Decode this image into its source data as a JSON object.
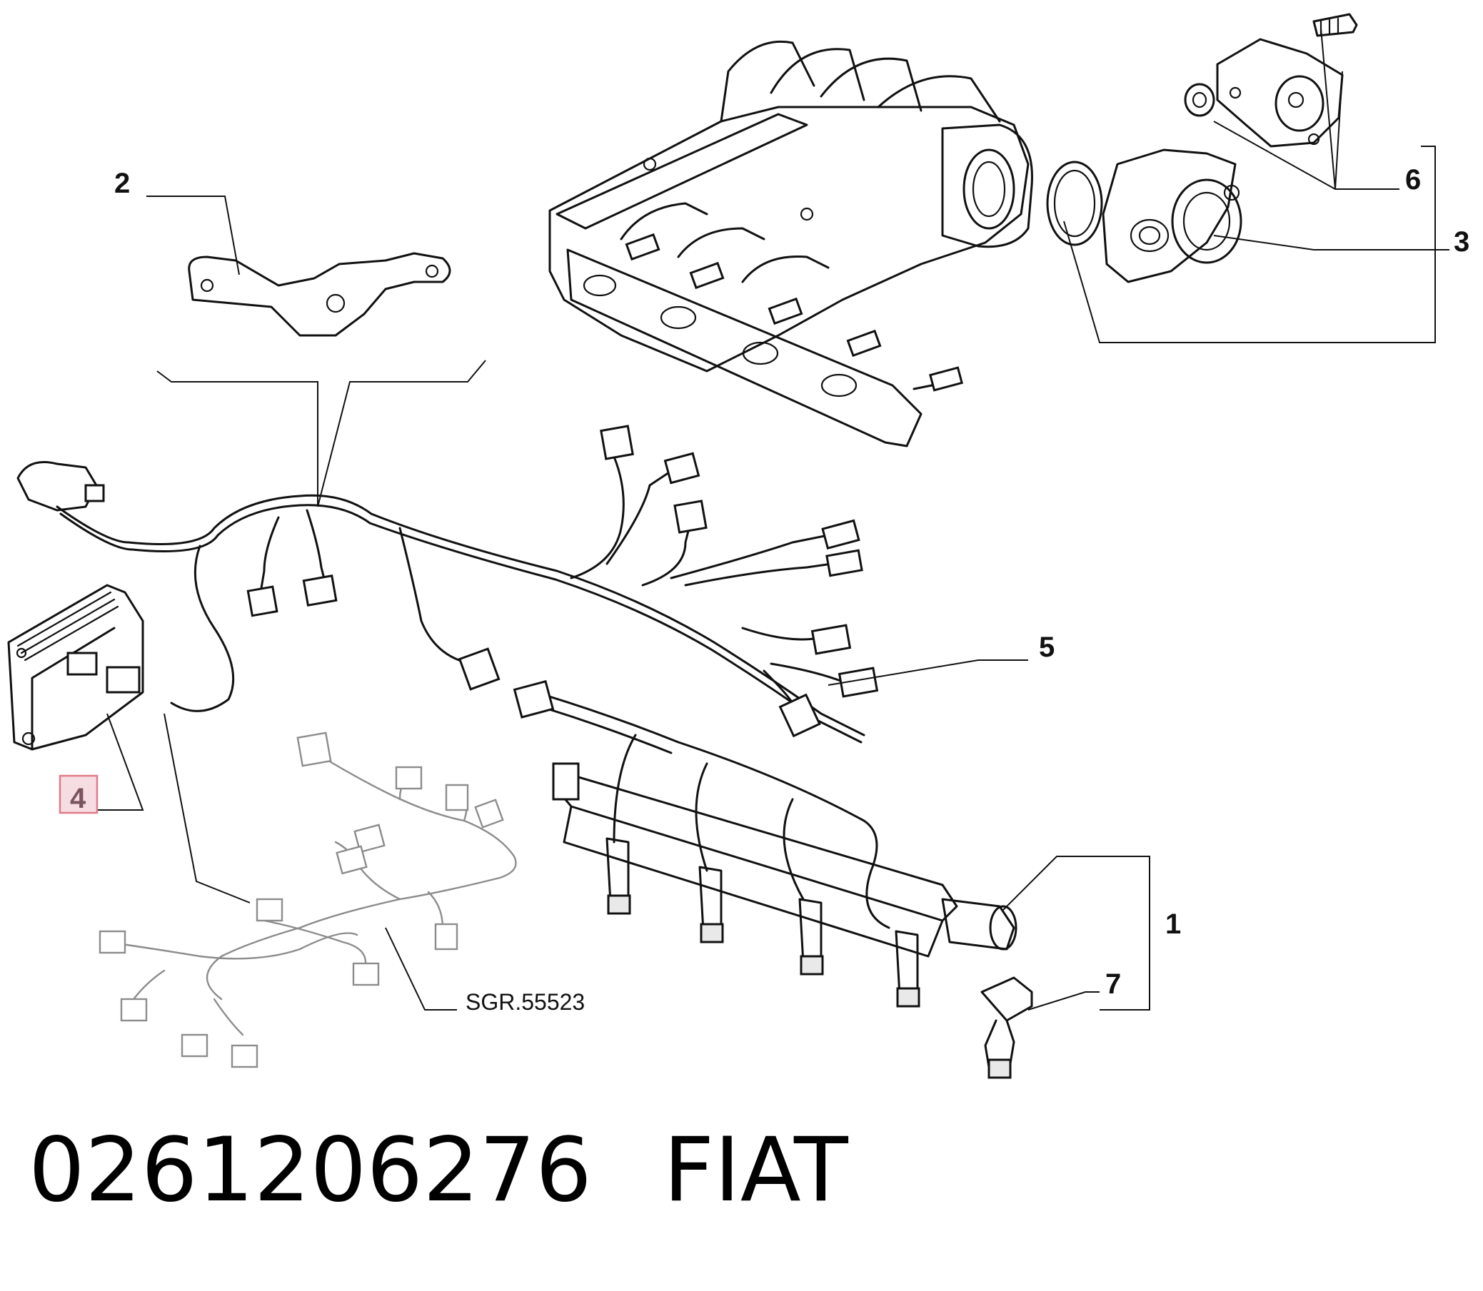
{
  "callouts": {
    "c1": "1",
    "c2": "2",
    "c3": "3",
    "c4": "4",
    "c5": "5",
    "c6": "6",
    "c7": "7"
  },
  "reference_code": "SGR.55523",
  "caption": {
    "part_number": "0261206276",
    "brand": "FIAT"
  },
  "colors": {
    "line": "#111111",
    "ghost_harness": "#8c8c8c",
    "highlight_fill": "#f6dde1",
    "highlight_border": "#e07b8a"
  }
}
